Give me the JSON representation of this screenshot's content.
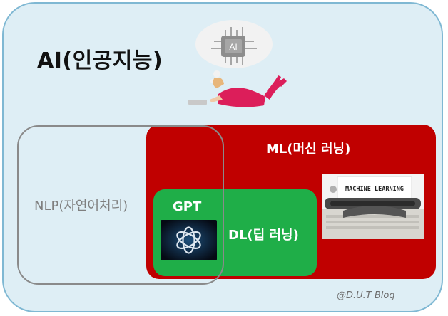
{
  "diagram": {
    "ai_label": "AI(인공지능)",
    "ml_label": "ML(머신 러닝)",
    "dl_label": "DL(딥 러닝)",
    "gpt_label": "GPT",
    "nlp_label": "NLP(자연어처리)"
  },
  "illustration": {
    "chip_text": "AI"
  },
  "typewriter_paper_text": "MACHINE LEARNING",
  "watermark": "@D.U.T Blog",
  "colors": {
    "ai_background": "#deeef5",
    "ml_red": "#c00000",
    "dl_green": "#1fae48",
    "nlp_outline": "#8a8a8a"
  }
}
